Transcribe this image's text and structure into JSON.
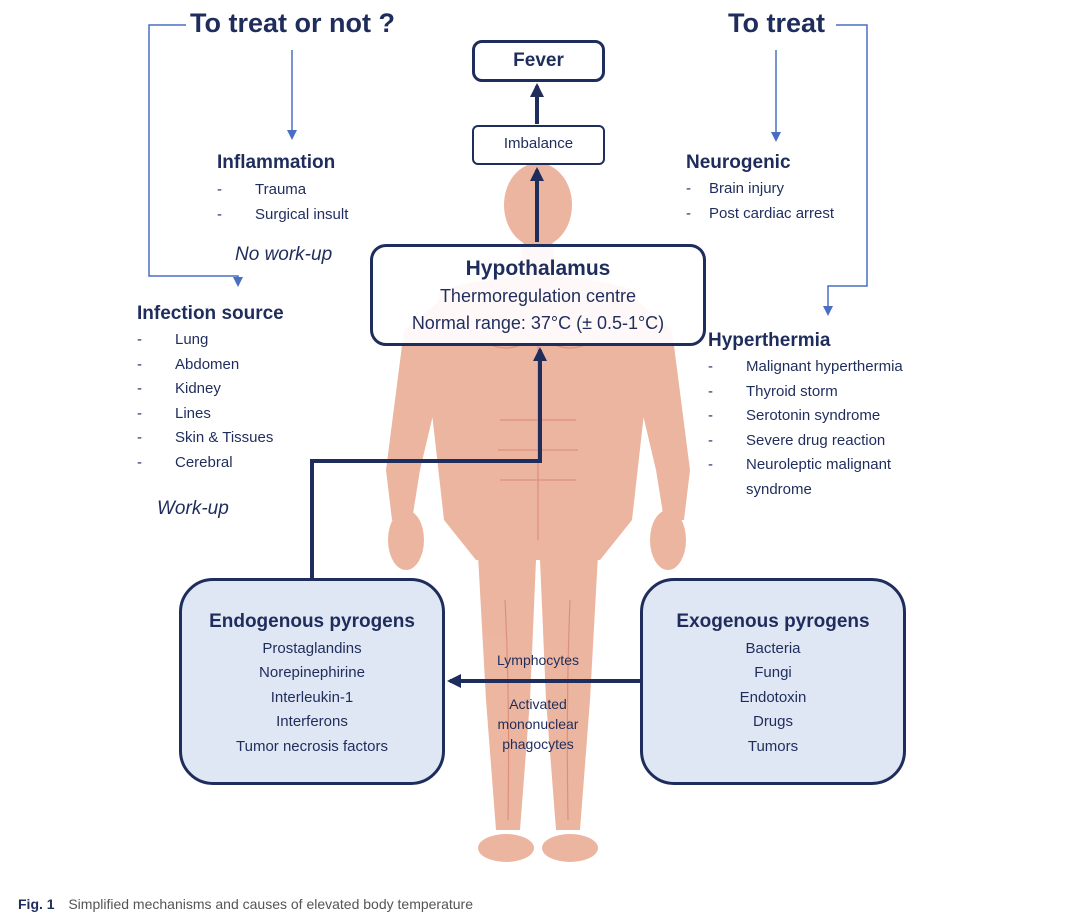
{
  "headers": {
    "left": "To treat or not ?",
    "right": "To treat"
  },
  "top_boxes": {
    "fever": "Fever",
    "imbalance": "Imbalance"
  },
  "hypothalamus": {
    "title": "Hypothalamus",
    "line1": "Thermoregulation centre",
    "line2": "Normal range: 37°C (± 0.5-1°C)"
  },
  "inflammation": {
    "title": "Inflammation",
    "items": [
      "Trauma",
      "Surgical insult"
    ],
    "note": "No work-up"
  },
  "infection": {
    "title": "Infection source",
    "items": [
      "Lung",
      "Abdomen",
      "Kidney",
      "Lines",
      "Skin & Tissues",
      "Cerebral"
    ],
    "note": "Work-up"
  },
  "neurogenic": {
    "title": "Neurogenic",
    "items": [
      "Brain injury",
      "Post cardiac arrest"
    ]
  },
  "hyperthermia": {
    "title": "Hyperthermia",
    "items": [
      "Malignant hyperthermia",
      "Thyroid storm",
      "Serotonin syndrome",
      "Severe drug reaction",
      "Neuroleptic malignant"
    ],
    "continuation": "syndrome"
  },
  "endogenous": {
    "title": "Endogenous pyrogens",
    "items": [
      "Prostaglandins",
      "Norepinephirine",
      "Interleukin-1",
      "Interferons",
      "Tumor necrosis factors"
    ]
  },
  "exogenous": {
    "title": "Exogenous pyrogens",
    "items": [
      "Bacteria",
      "Fungi",
      "Endotoxin",
      "Drugs",
      "Tumors"
    ]
  },
  "mediators": {
    "line1": "Lymphocytes",
    "line2": "Activated",
    "line3": "mononuclear",
    "line4": "phagocytes"
  },
  "caption": {
    "label": "Fig. 1",
    "text": "Simplified mechanisms and causes of elevated body temperature"
  },
  "colors": {
    "ink": "#1f2d5c",
    "box_fill": "#dfe6f4",
    "body": "#e8a58c",
    "dash": "-"
  }
}
